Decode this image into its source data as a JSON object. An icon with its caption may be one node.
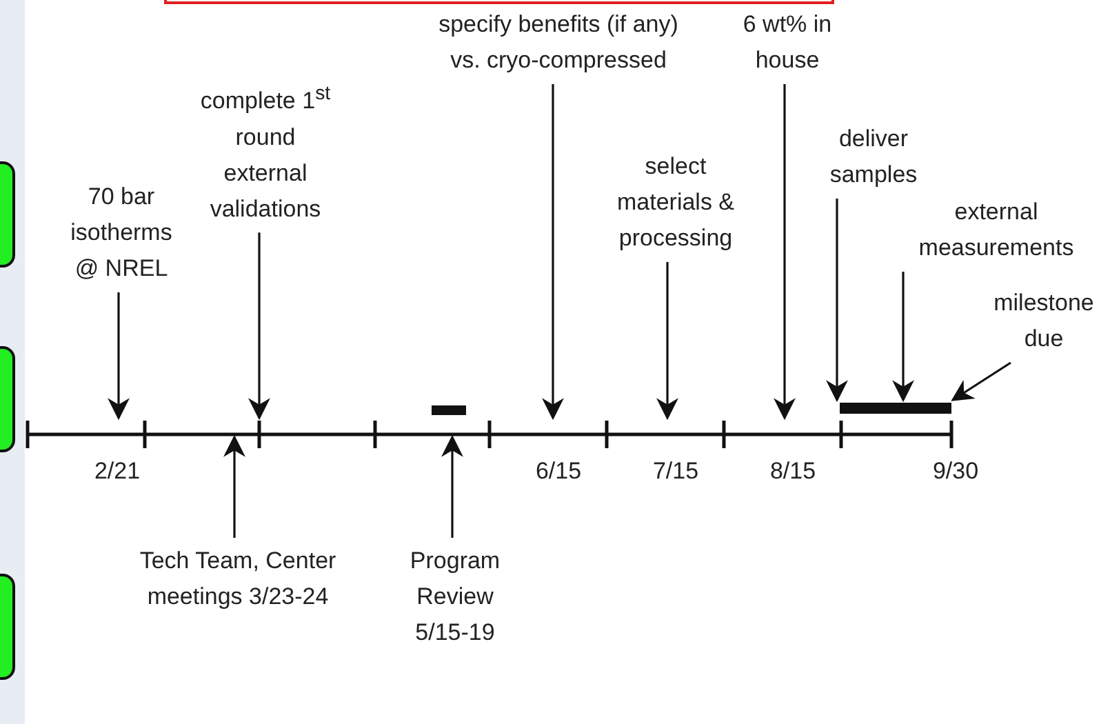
{
  "diagram": {
    "nodes": [
      {
        "text": [
          "70 bar isotherms @ NREL"
        ]
      },
      {
        "text": [
          "complete 1$^{st}$ round external validations"
        ]
      },
      {
        "text": [
          "specify benefits (if any) vs. cryo-compressed"
        ]
      },
      {
        "text": [
          "select materials & processing"
        ]
      },
      {
        "text": [
          "6 wt% in house"
        ]
      },
      {
        "text": [
          "deliver samples"
        ]
      },
      {
        "text": [
          "external measurements"
        ]
      },
      {
        "text": [
          "milestone due"
        ]
      },
      {
        "text": [
          "Tech Team, Center meetings 3/23-24"
        ]
      },
      {
        "text": [
          "Program Review 5/15-19"
        ]
      },
      {
        "text": [],
        "shape": "bar"
      },
      {
        "text": [],
        "shape": "bar"
      },
      {
        "text": [],
        "shape": "line"
      }
    ],
    "edges": [
      {
        "from": 0,
        "to": 12,
        "arrow": "to"
      },
      {
        "from": 1,
        "to": 12,
        "arrow": "to"
      },
      {
        "from": 2,
        "to": 12,
        "arrow": "to"
      },
      {
        "from": 3,
        "to": 12,
        "arrow": "to"
      },
      {
        "from": 4,
        "to": 12,
        "arrow": "to"
      },
      {
        "from": 5,
        "to": 11,
        "arrow": "to"
      },
      {
        "from": 6,
        "to": 11,
        "arrow": "to"
      },
      {
        "from": 7,
        "to": 11,
        "arrow": "to"
      },
      {
        "from": 8,
        "to": 12,
        "arrow": "to"
      },
      {
        "from": 9,
        "to": 12,
        "arrow": "to"
      }
    ],
    "labels": [
      "2/21",
      "6/15",
      "7/15",
      "8/15",
      "9/30"
    ]
  }
}
